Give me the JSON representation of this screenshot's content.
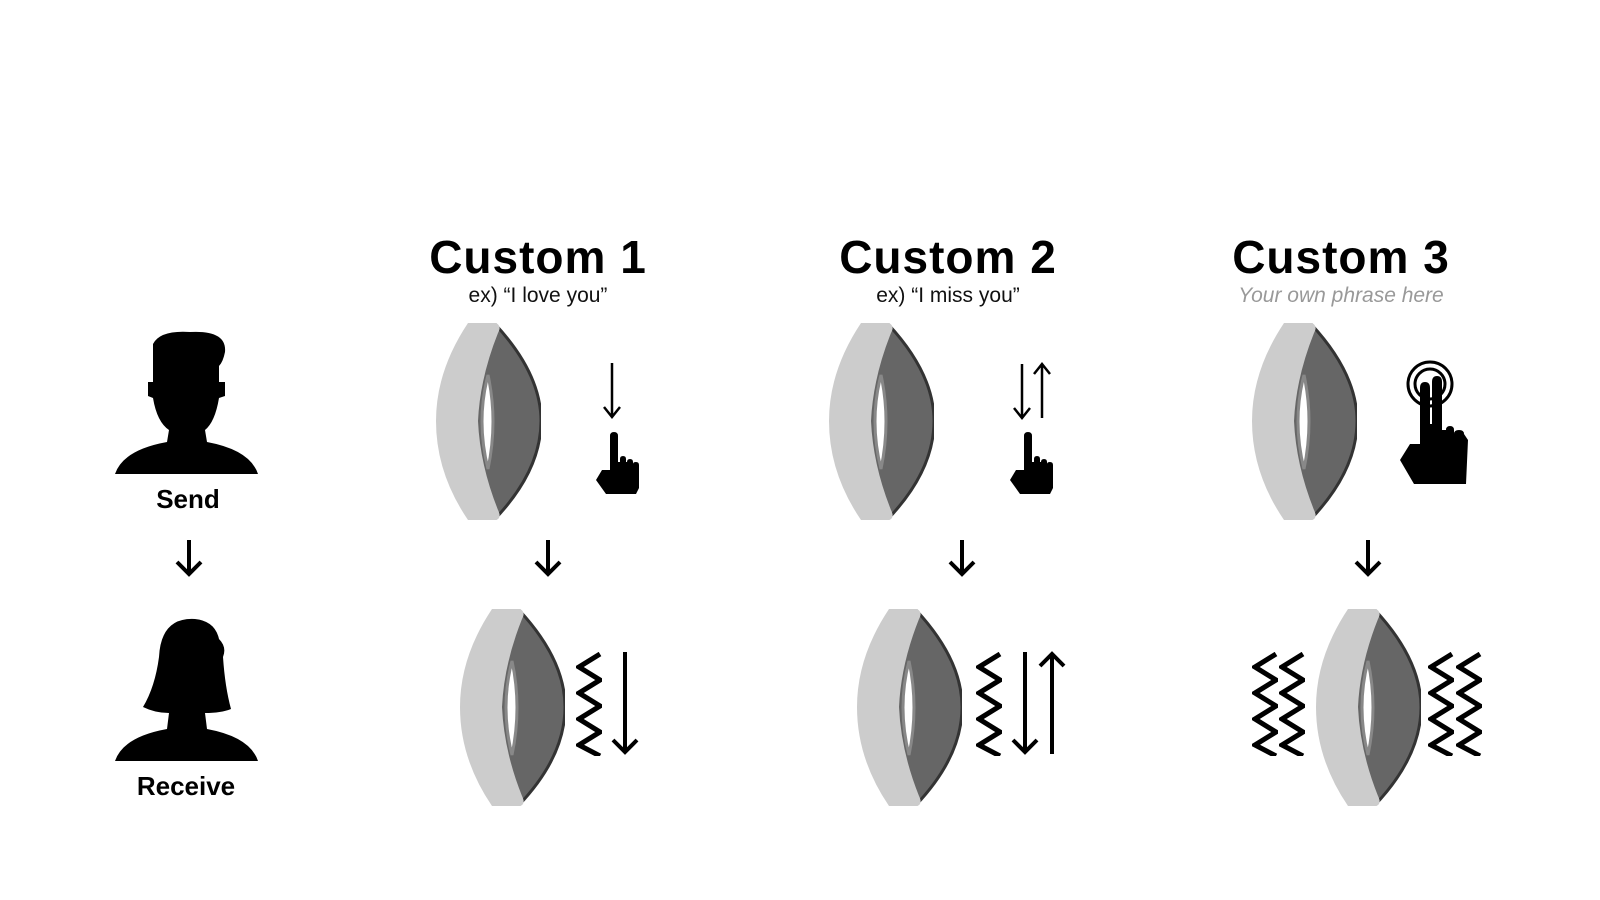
{
  "people": {
    "send_label": "Send",
    "receive_label": "Receive"
  },
  "customs": [
    {
      "title": "Custom 1",
      "subtitle": "ex) “I love you”",
      "input": "single-tap",
      "output": "vibrate-down"
    },
    {
      "title": "Custom 2",
      "subtitle": "ex) “I miss you”",
      "input": "tap-down-up",
      "output": "vibrate-down-up"
    },
    {
      "title": "Custom 3",
      "subtitle": "Your own phrase here",
      "input": "double-tap",
      "output": "vibrate-all"
    }
  ],
  "colors": {
    "light": "#cccccc",
    "dark": "#666666",
    "edge": "#333333",
    "placeholder": "#999999"
  }
}
